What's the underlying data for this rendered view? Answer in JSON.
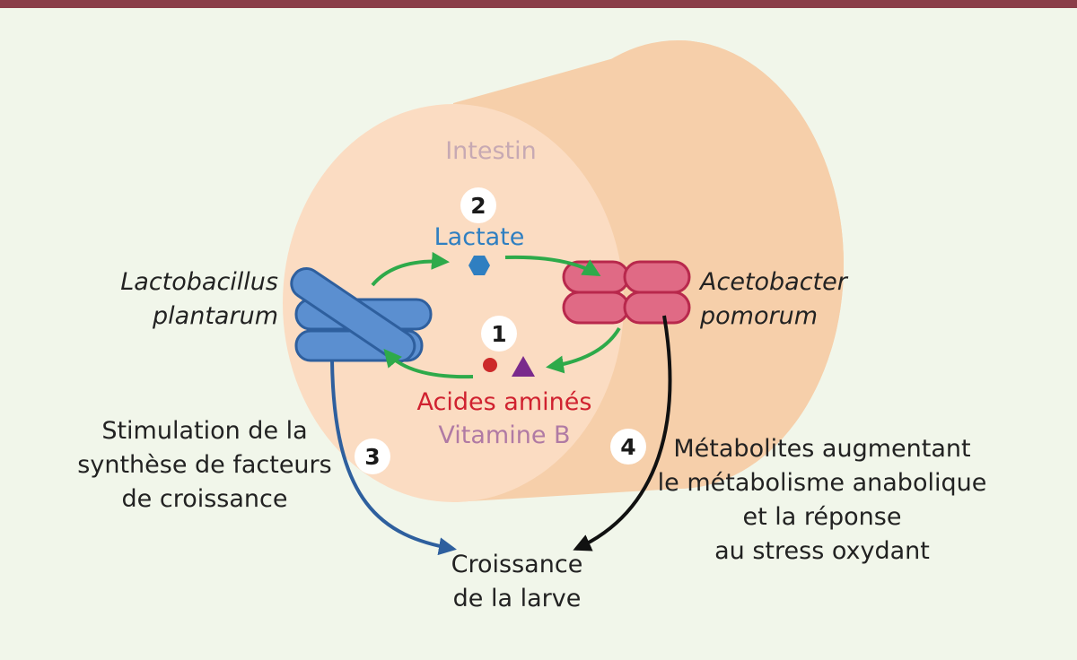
{
  "colors": {
    "background": "#f1f6ea",
    "top_border": "#8a3e48",
    "tube_outer": "#f6cfaa",
    "tube_face": "#fbdcc2",
    "intestin_text": "#c7a9b3",
    "lactobacillus_fill": "#5b8fd0",
    "lactobacillus_stroke": "#2e5f9e",
    "acetobacter_fill": "#e06a85",
    "acetobacter_stroke": "#b8284c",
    "green_arrow": "#2eaa4a",
    "blue_arrow": "#2e5f9e",
    "black_arrow": "#111111",
    "lactate_text": "#2f7fc1",
    "acides_text": "#d0212f",
    "vitamine_text": "#b07aa4",
    "amino_dot": "#cc2a2a",
    "vitamin_triangle": "#7a2a8c"
  },
  "labels": {
    "intestin": "Intestin",
    "lactate": "Lactate",
    "acides_amines": "Acides aminés",
    "vitamine_b": "Vitamine B",
    "lactobacillus_line1": "Lactobacillus",
    "lactobacillus_line2": "plantarum",
    "acetobacter_line1": "Acetobacter",
    "acetobacter_line2": "pomorum",
    "stimulation_line1": "Stimulation de la",
    "stimulation_line2": "synthèse de facteurs",
    "stimulation_line3": "de croissance",
    "croissance_line1": "Croissance",
    "croissance_line2": "de la larve",
    "metabolites_line1": "Métabolites augmentant",
    "metabolites_line2": "le métabolisme anabolique",
    "metabolites_line3": "et la réponse",
    "metabolites_line4": "au stress oxydant"
  },
  "steps": {
    "one": "1",
    "two": "2",
    "three": "3",
    "four": "4"
  }
}
